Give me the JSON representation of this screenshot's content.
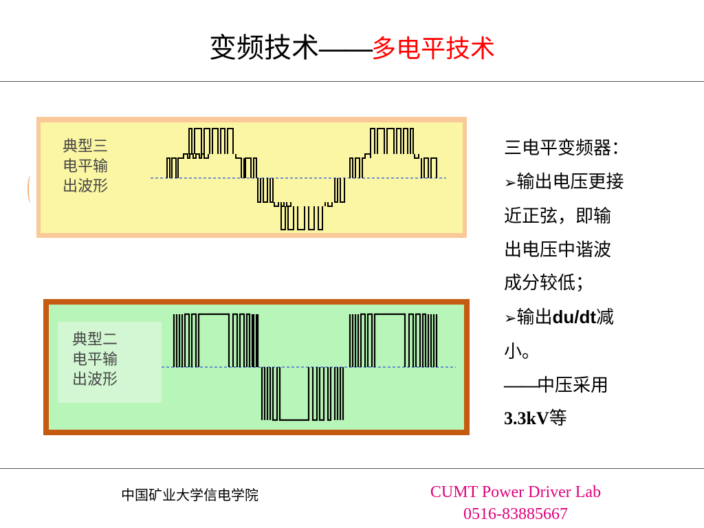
{
  "slide": {
    "title_main": "变频技术",
    "title_dash": "——",
    "title_sub": "多电平技术",
    "accent_color": "#ff0000"
  },
  "figures": {
    "three_level": {
      "label_lines": [
        "典型三",
        "电平输",
        "出波形"
      ],
      "frame_color": "#fac999",
      "fill_color": "#fbf6a3"
    },
    "two_level": {
      "label_lines": [
        "典型二",
        "电平输",
        "出波形"
      ],
      "frame_color": "#c55a11",
      "fill_color": "#b8f5b8"
    }
  },
  "text_block": {
    "line1": "三电平变频器：",
    "bullet_char": "➢",
    "line2": "输出电压更接",
    "line3": "近正弦，即输",
    "line4": "出电压中谐波",
    "line5": "成分较低；",
    "line6_prefix": "输出",
    "line6_bold": "du/dt",
    "line6_suffix": "减",
    "line7": "小。",
    "line8_dash": "——",
    "line8_text": "中压采用",
    "line9_bold": "3.3kV",
    "line9_suffix": "等"
  },
  "footer": {
    "institution": "中国矿业大学信电学院",
    "lab_name": "CUMT Power Driver Lab",
    "phone": "0516-83885667",
    "lab_color": "#e0007a"
  }
}
